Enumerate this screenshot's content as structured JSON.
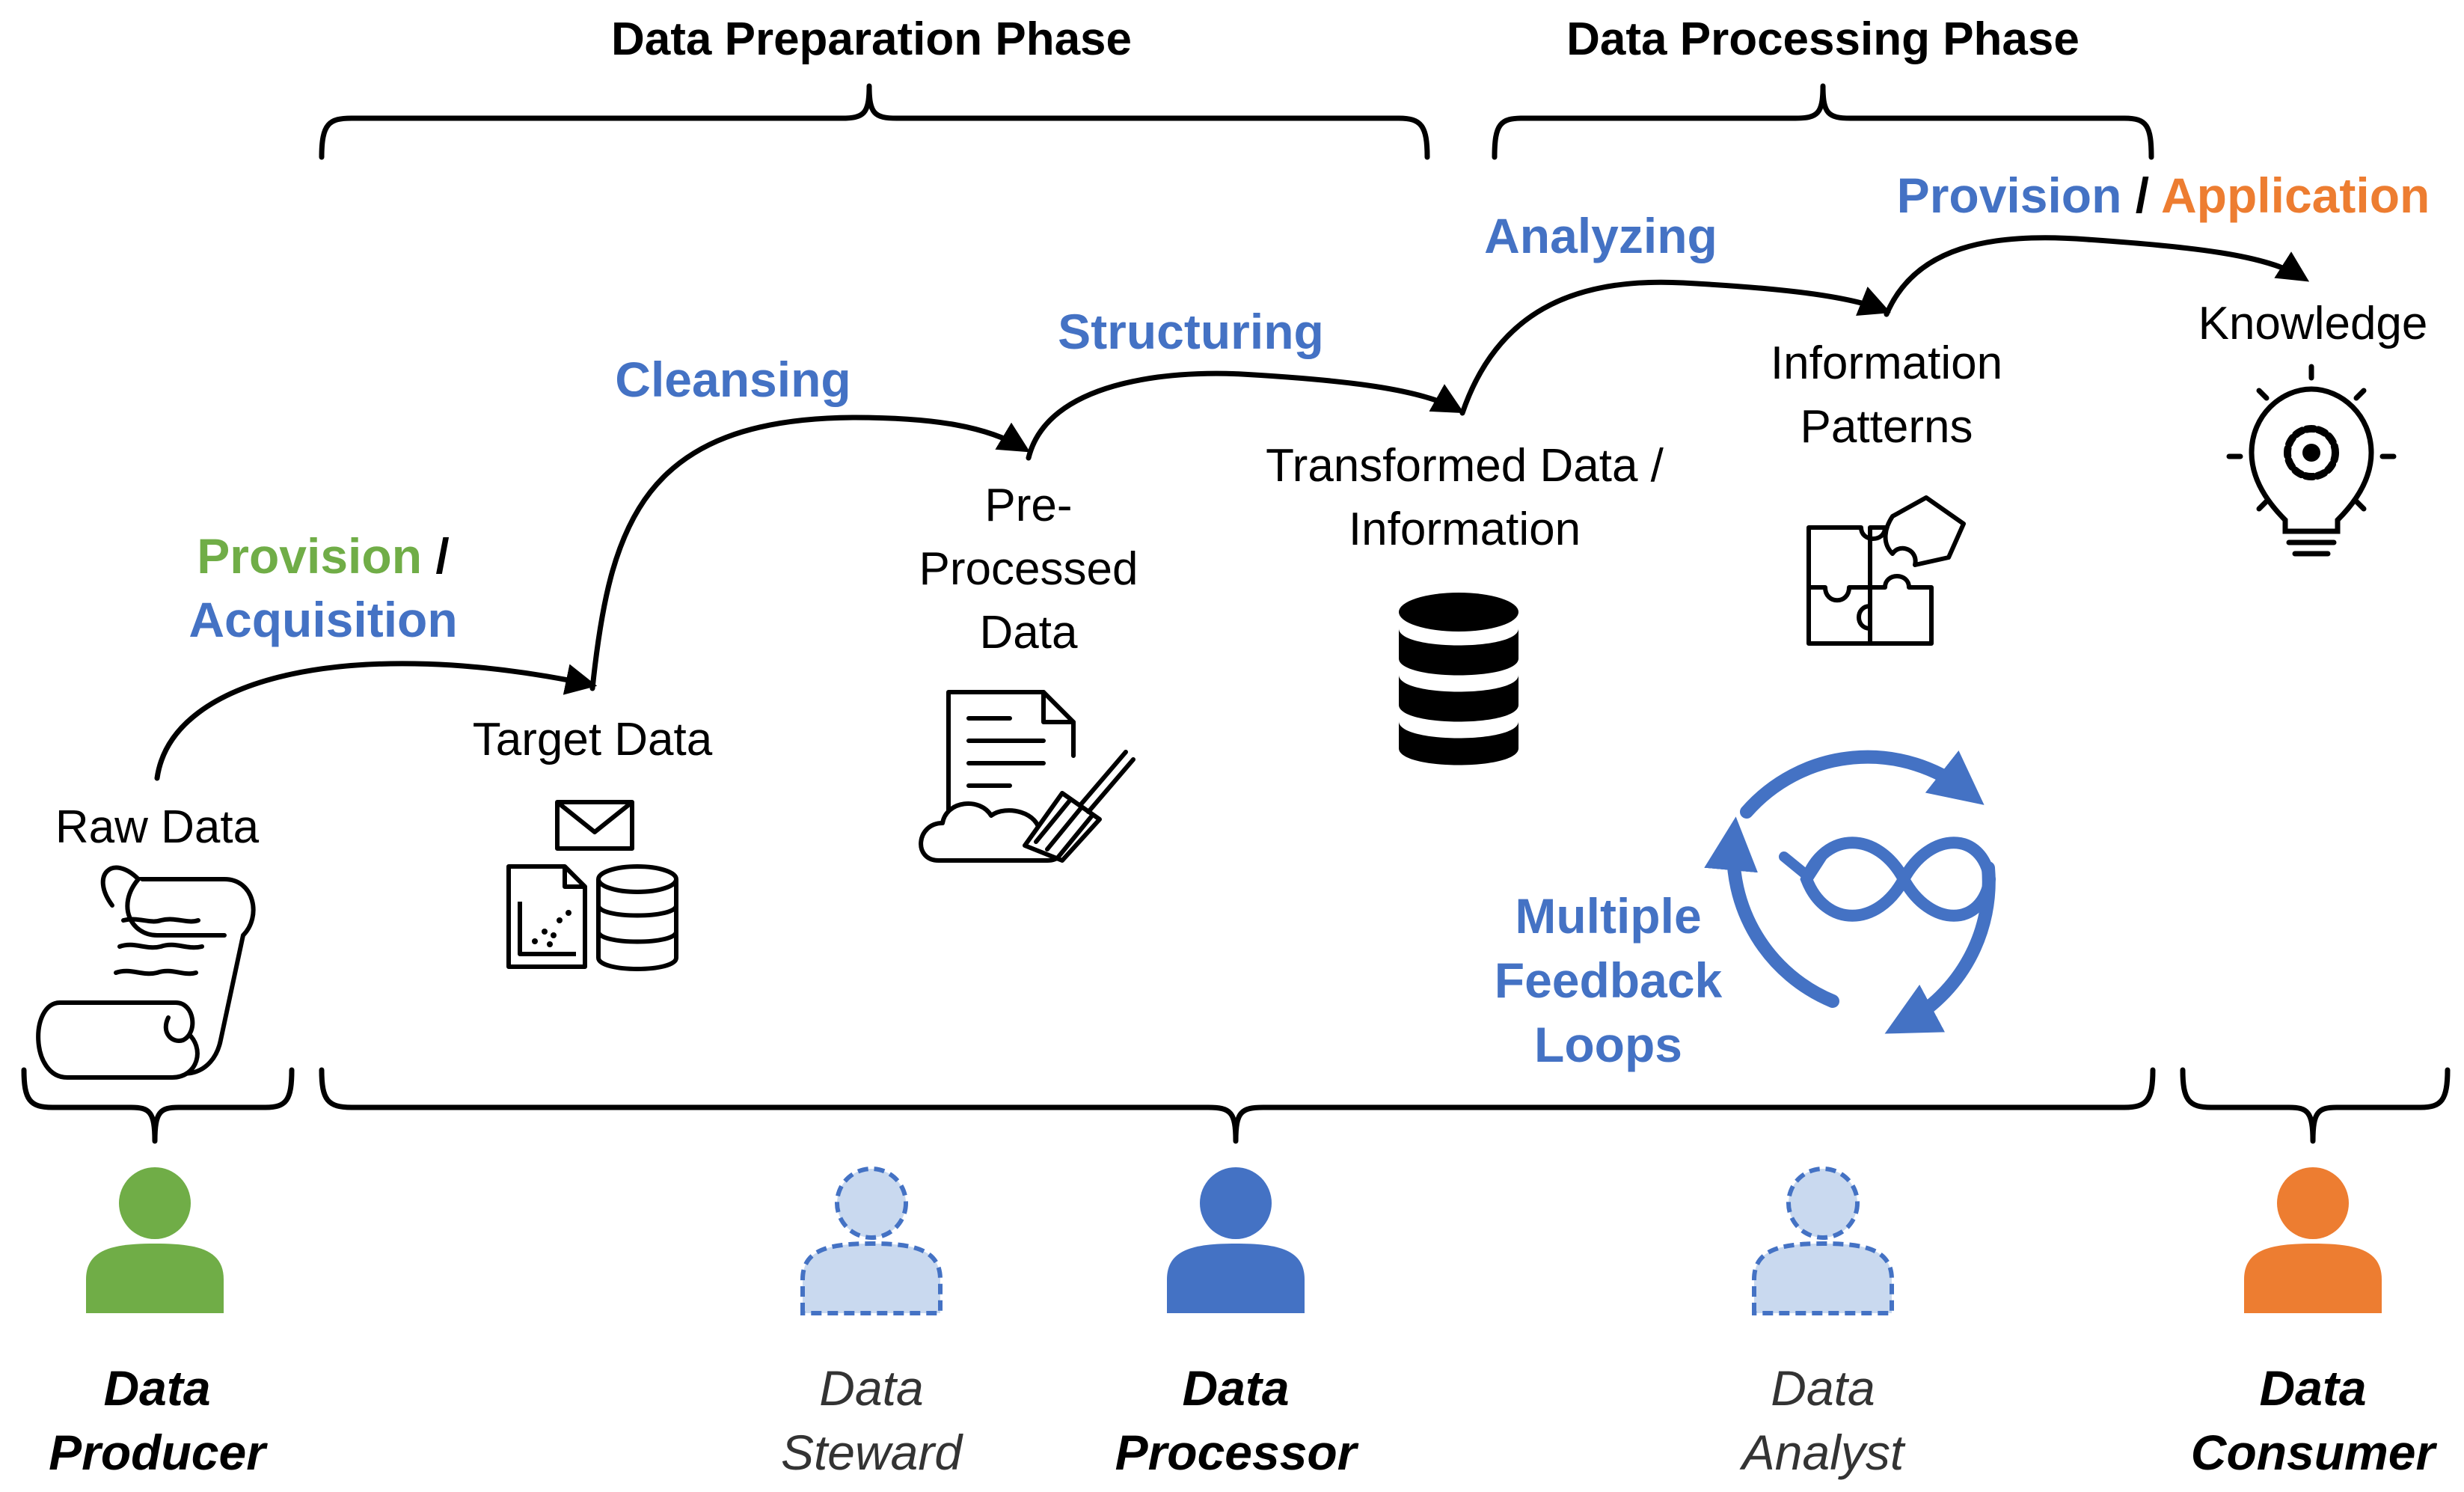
{
  "phases": {
    "preparation": "Data Preparation Phase",
    "processing": "Data Processing Phase"
  },
  "stages": {
    "raw": "Raw Data",
    "target": "Target Data",
    "preprocessed": [
      "Pre-",
      "Processed",
      "Data"
    ],
    "transformed": [
      "Transformed Data /",
      "Information"
    ],
    "patterns": [
      "Information",
      "Patterns"
    ],
    "knowledge": "Knowledge"
  },
  "steps": {
    "provision_1": "Provision",
    "slash_1": " /",
    "acquisition": "Acquisition",
    "cleansing": "Cleansing",
    "structuring": "Structuring",
    "analyzing": "Analyzing",
    "provision_2": "Provision",
    "slash_2": " / ",
    "application": "Application"
  },
  "feedback": [
    "Multiple",
    "Feedback",
    "Loops"
  ],
  "roles": {
    "producer": [
      "Data",
      "Producer"
    ],
    "steward": [
      "Data",
      "Steward"
    ],
    "processor": [
      "Data",
      "Processor"
    ],
    "analyst": [
      "Data",
      "Analyst"
    ],
    "consumer": [
      "Data",
      "Consumer"
    ]
  },
  "colors": {
    "producer": "#70ad47",
    "processor": "#4472c4",
    "consumer": "#ed7d31",
    "dashed_role_fill": "#c9d9ef",
    "dashed_role_stroke": "#4472c4",
    "step_text": "#4472c4"
  },
  "icons": {
    "raw": "scroll-icon",
    "target": "mail-chart-database-icon",
    "preprocessed": "document-cleaning-icon",
    "transformed": "database-icon",
    "patterns": "puzzle-icon",
    "knowledge": "lightbulb-gear-icon",
    "feedback": "cycle-infinity-icon"
  }
}
